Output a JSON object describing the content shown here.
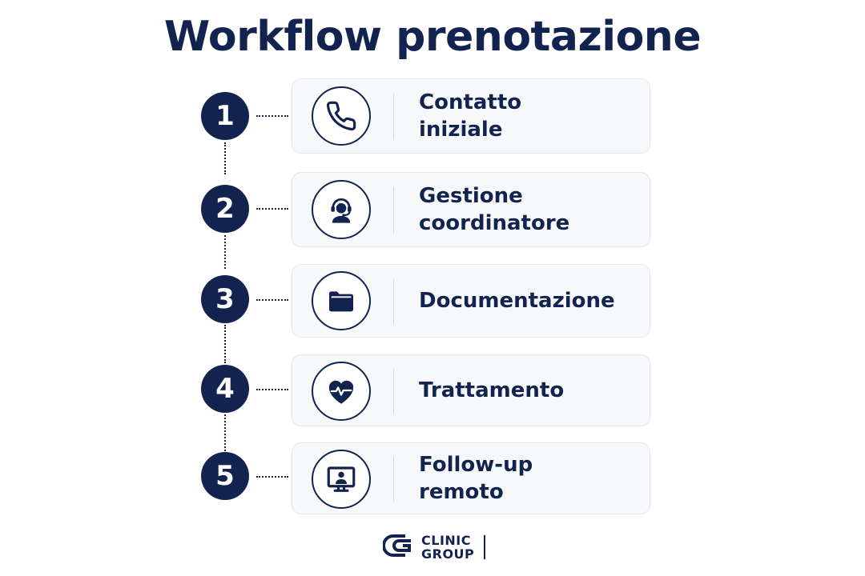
{
  "title": "Workflow prenotazione",
  "steps": [
    {
      "number": "1",
      "line1": "Contatto",
      "line2": "iniziale",
      "icon": "phone-icon"
    },
    {
      "number": "2",
      "line1": "Gestione",
      "line2": "coordinatore",
      "icon": "headset-operator-icon"
    },
    {
      "number": "3",
      "line1": "Documentazione",
      "line2": "",
      "icon": "folder-icon"
    },
    {
      "number": "4",
      "line1": "Trattamento",
      "line2": "",
      "icon": "heart-pulse-icon"
    },
    {
      "number": "5",
      "line1": "Follow-up",
      "line2": "remoto",
      "icon": "video-call-icon"
    }
  ],
  "logo": {
    "line1": "CLINIC",
    "line2": "GROUP",
    "icon": "clinic-group-logo-mark"
  },
  "colors": {
    "navy": "#13234f",
    "card_bg": "#f7f8fa",
    "card_border": "#e3e6ec"
  }
}
